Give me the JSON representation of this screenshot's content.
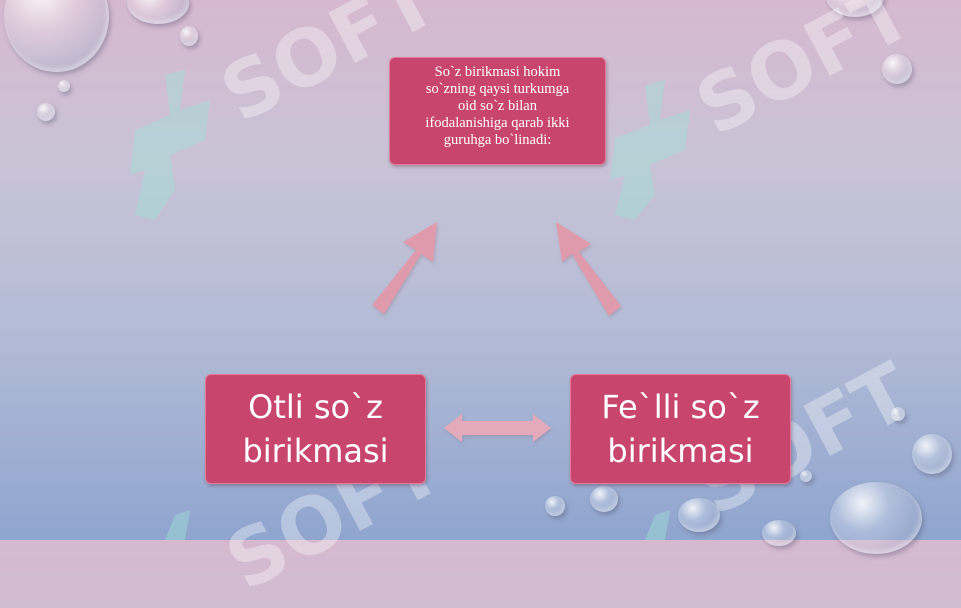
{
  "diagram": {
    "top_box": {
      "lines": [
        "So`z birikmasi hokim",
        "so`zning qaysi turkumga",
        "oid so`z bilan",
        "ifodalanishiga qarab ikki",
        "guruhga bo`linadi:"
      ]
    },
    "left_box": {
      "lines": [
        "Otli so`z",
        "birikmasi"
      ]
    },
    "right_box": {
      "lines": [
        "Fe`lli so`z",
        "birikmasi"
      ]
    }
  },
  "watermark": {
    "text": "SOFT"
  },
  "colors": {
    "box_fill": "#c8456e",
    "arrow_fill": "#e29aab"
  }
}
